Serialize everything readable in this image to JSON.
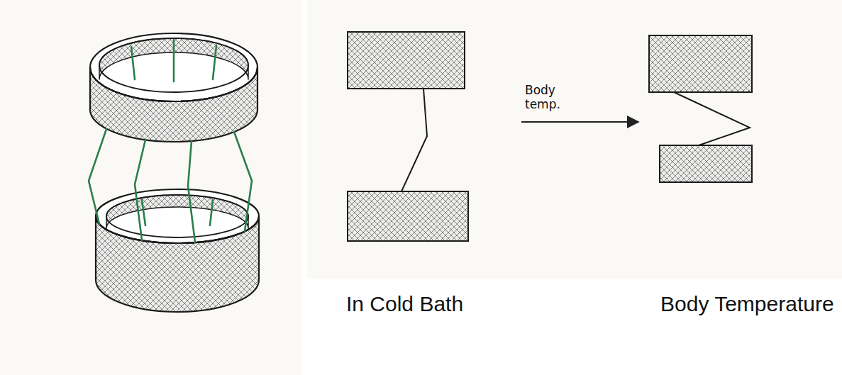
{
  "diagram": {
    "labels": [
      "Body temp.",
      "In Cold Bath",
      "Body Temperature"
    ]
  }
}
